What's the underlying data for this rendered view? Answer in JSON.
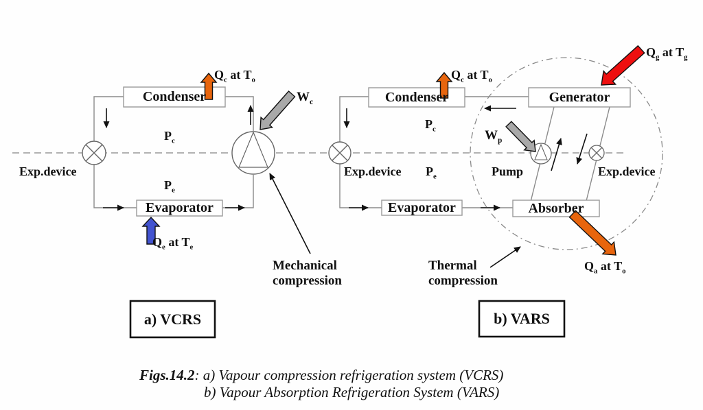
{
  "figure": {
    "caption_bold": "Figs.14.2",
    "caption_line1_rest": ": a) Vapour compression refrigeration system (VCRS)",
    "caption_line2": "b) Vapour Absorption Refrigeration System (VARS)"
  },
  "colors": {
    "heat_orange": "#E8650D",
    "cool_blue": "#4253D0",
    "heat_red": "#EE0F0F",
    "work_gray": "#A9A9A9"
  },
  "vcrs": {
    "title": "a) VCRS",
    "condenser": "Condenser",
    "evaporator": "Evaporator",
    "exp_device": "Exp.device",
    "p_high": {
      "base": "P",
      "sub": "c"
    },
    "p_low": {
      "base": "P",
      "sub": "e"
    },
    "q_cond": {
      "base": "Q",
      "sub": "c",
      "mid": " at T",
      "sub2": "o"
    },
    "q_evap": {
      "base": "Q",
      "sub": "e",
      "mid": " at T",
      "sub2": "e"
    },
    "work": {
      "base": "W",
      "sub": "c"
    },
    "compression_label_1": "Mechanical",
    "compression_label_2": "compression"
  },
  "vars": {
    "title": "b) VARS",
    "condenser": "Condenser",
    "generator": "Generator",
    "evaporator": "Evaporator",
    "absorber": "Absorber",
    "exp_device_left": "Exp.device",
    "exp_device_right": "Exp.device",
    "pump": "Pump",
    "p_high": {
      "base": "P",
      "sub": "c"
    },
    "p_low": {
      "base": "P",
      "sub": "e"
    },
    "q_cond": {
      "base": "Q",
      "sub": "c",
      "mid": " at T",
      "sub2": "o"
    },
    "q_gen": {
      "base": "Q",
      "sub": "g",
      "mid": " at T",
      "sub2": "g"
    },
    "q_abs": {
      "base": "Q",
      "sub": "a",
      "mid": " at T",
      "sub2": "o"
    },
    "work": {
      "base": "W",
      "sub": "p"
    },
    "compression_label_1": "Thermal",
    "compression_label_2": "compression"
  }
}
